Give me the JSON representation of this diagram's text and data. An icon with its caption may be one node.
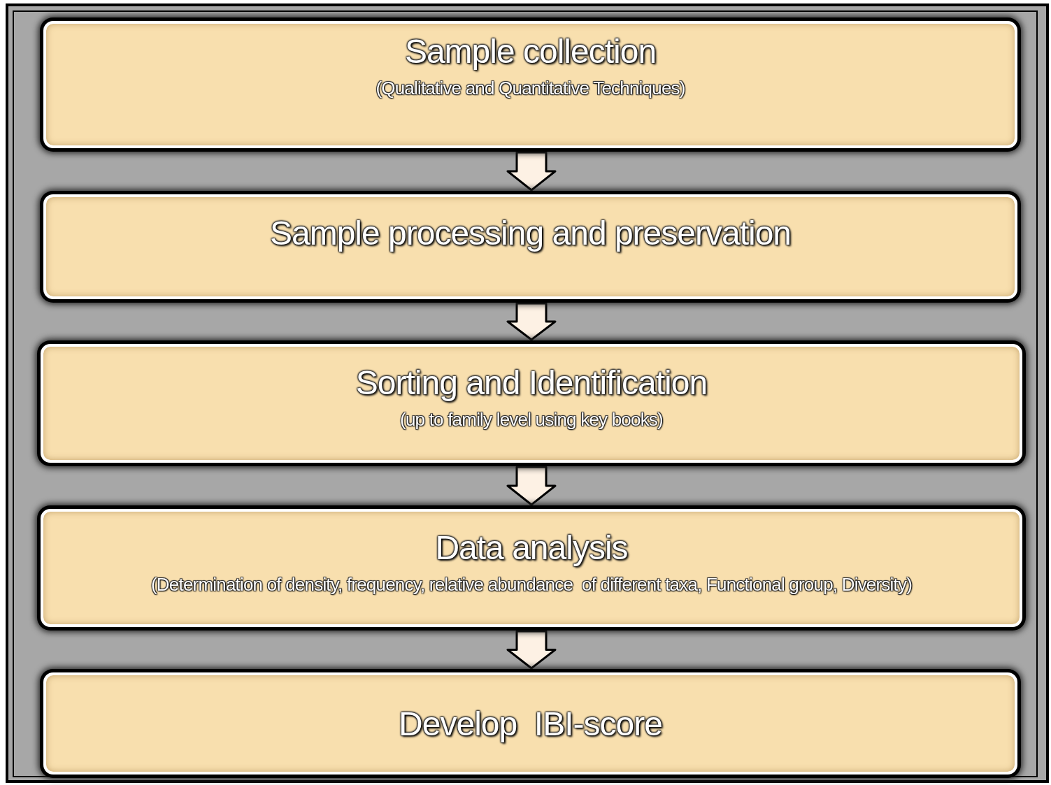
{
  "diagram": {
    "nodes": [
      {
        "text": [
          "Sample collection",
          "(Qualitative and Quantitative Techniques)"
        ]
      },
      {
        "text": [
          "Sample processing and preservation"
        ]
      },
      {
        "text": [
          "Sorting and Identification",
          "(up to family level using key books)"
        ]
      },
      {
        "text": [
          "Data analysis",
          "(Determination of density, frequency, relative abundance  of different taxa, Functional group, Diversity)"
        ]
      },
      {
        "text": [
          "Develop  IBI-score"
        ]
      }
    ],
    "edges": [
      {
        "from": 0,
        "to": 1,
        "arrow": "to"
      },
      {
        "from": 1,
        "to": 2,
        "arrow": "to"
      },
      {
        "from": 2,
        "to": 3,
        "arrow": "to"
      },
      {
        "from": 3,
        "to": 4,
        "arrow": "to"
      }
    ]
  }
}
